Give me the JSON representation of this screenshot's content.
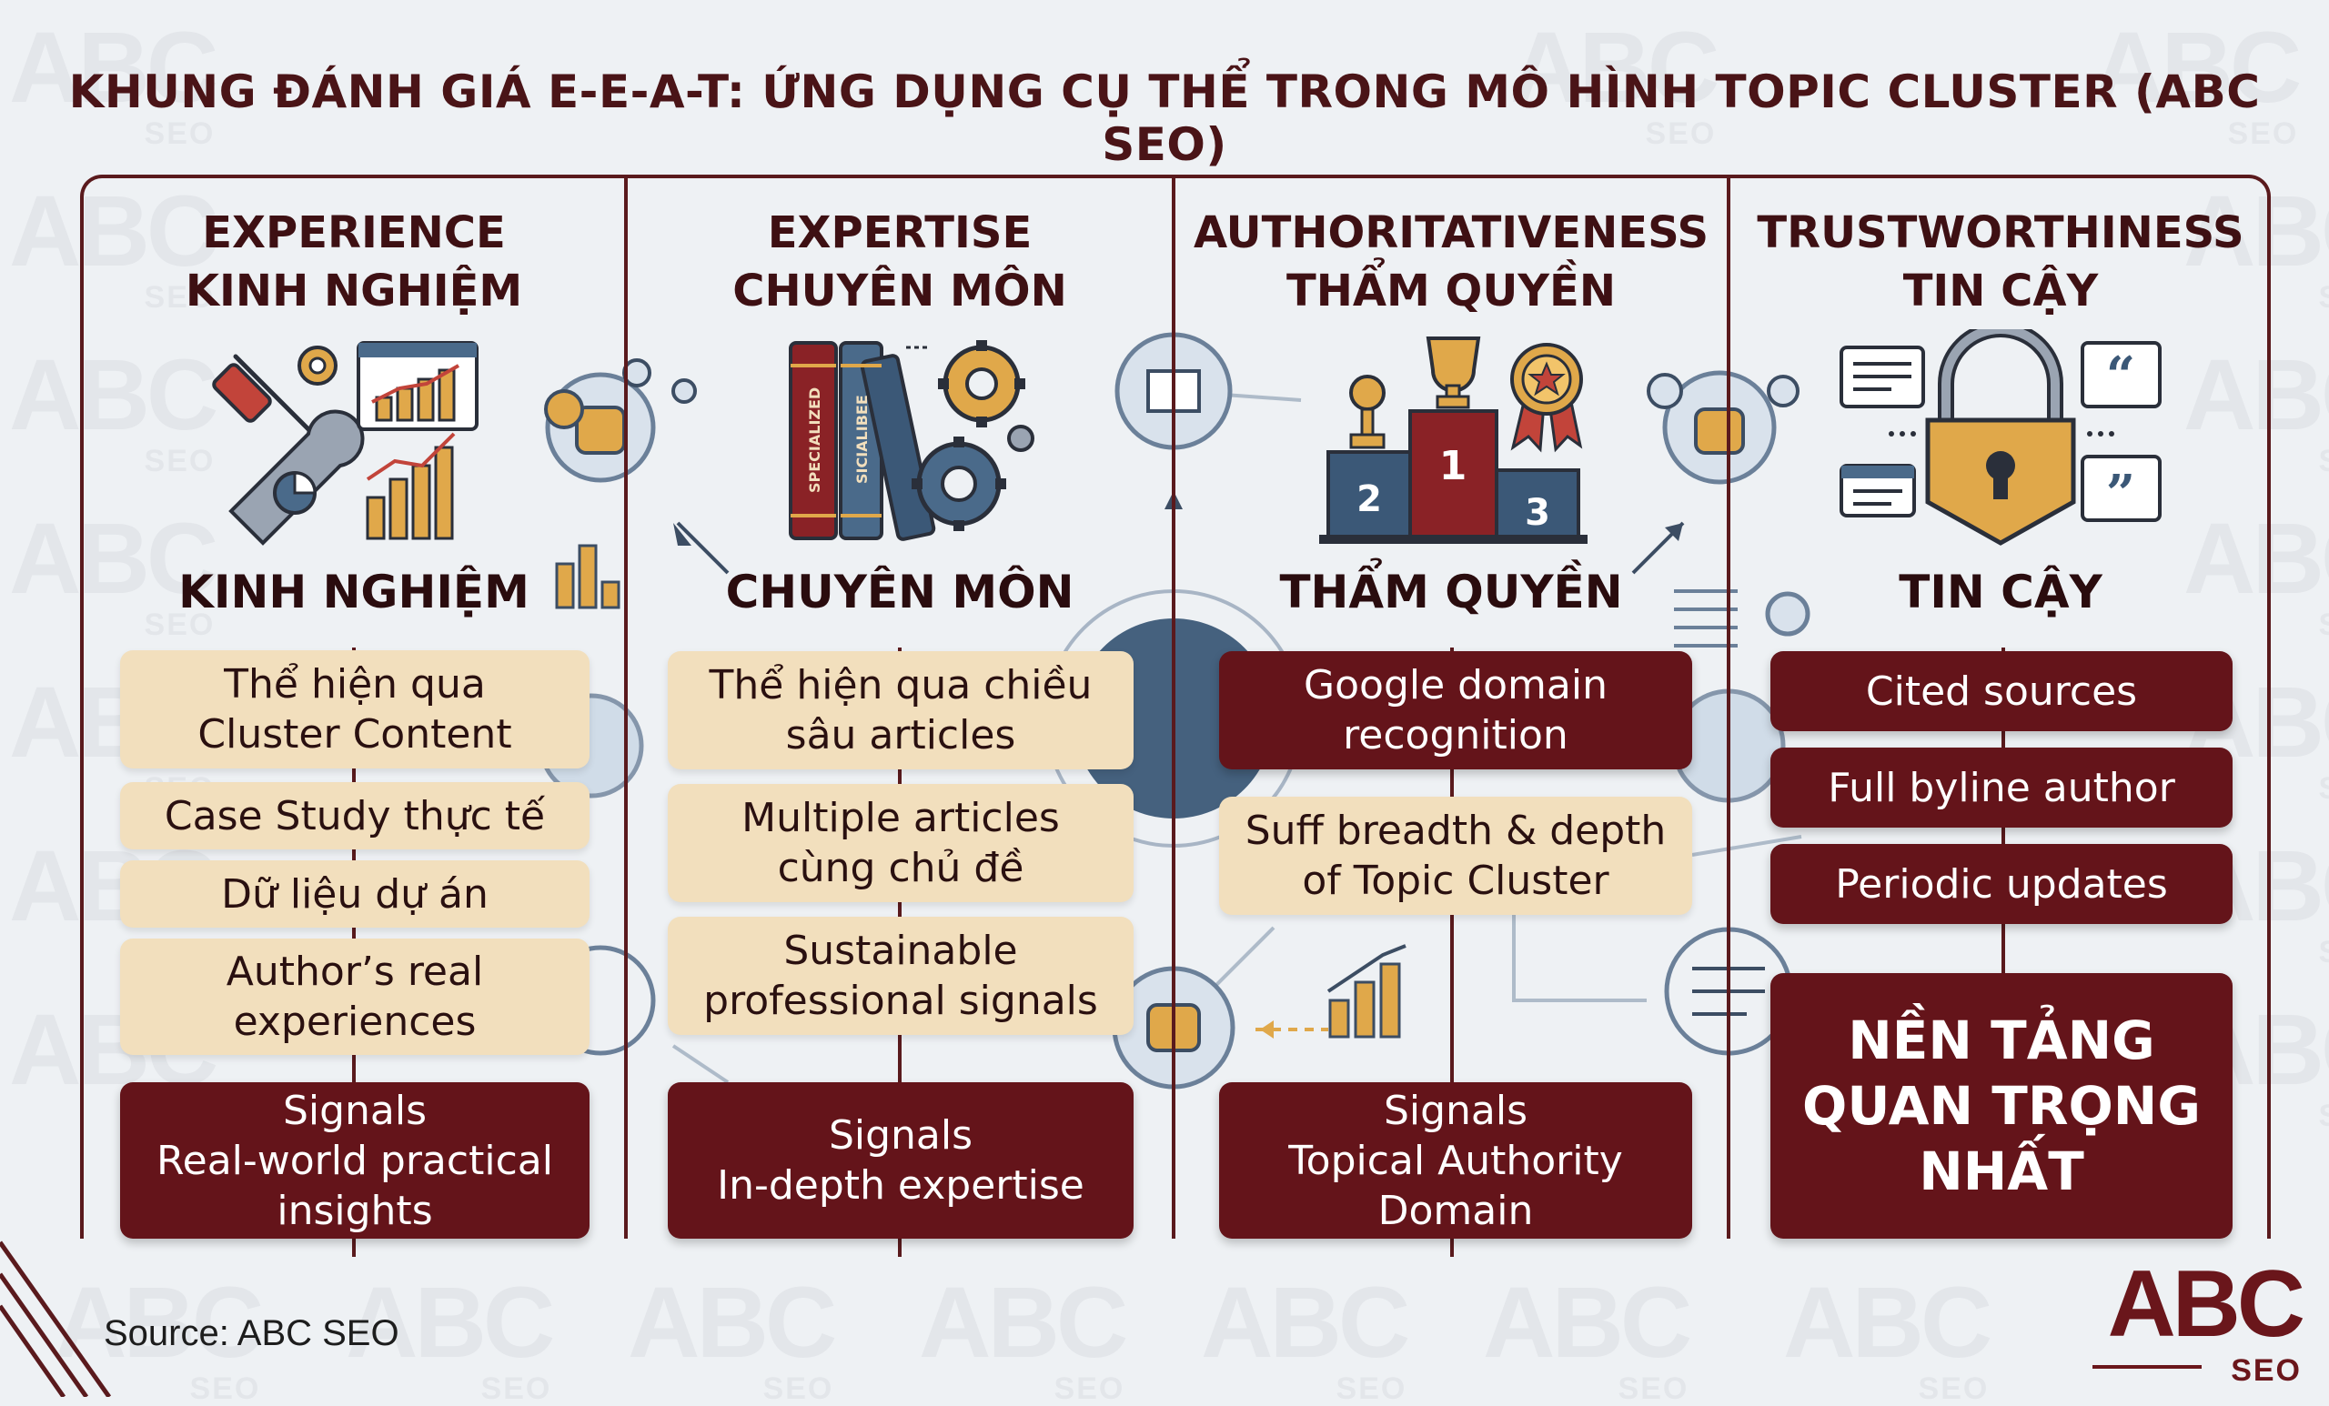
{
  "title": "KHUNG ĐÁNH GIÁ E-E-A-T: ỨNG DỤNG CỤ THỂ TRONG MÔ HÌNH TOPIC CLUSTER (ABC SEO)",
  "columns": [
    {
      "head_en": "EXPERIENCE",
      "head_vi": "KINH NGHIỆM",
      "sub": "KINH NGHIỆM",
      "icon": "tools-and-charts-icon",
      "items": [
        "Thể hiện qua\nCluster Content",
        "Case Study thực tế",
        "Dữ liệu dự án",
        "Author’s real\nexperiences"
      ],
      "signal": "Signals\nReal-world practical\ninsights"
    },
    {
      "head_en": "EXPERTISE",
      "head_vi": "CHUYÊN MÔN",
      "sub": "CHUYÊN MÔN",
      "icon": "books-and-gears-icon",
      "book_labels": [
        "SPECIALIZED",
        "SICIALIBEE"
      ],
      "items": [
        "Thể hiện qua chiều\nsâu articles",
        "Multiple articles\ncùng chủ đề",
        "Sustainable\nprofessional signals"
      ],
      "signal": "Signals\nIn-depth expertise"
    },
    {
      "head_en": "AUTHORITATIVENESS",
      "head_vi": "THẨM QUYỀN",
      "sub": "THẨM QUYỀN",
      "icon": "podium-trophy-icon",
      "podium": [
        "2",
        "1",
        "3"
      ],
      "items_dark": [
        "Google domain\nrecognition"
      ],
      "items_light": [
        "Suff breadth & depth\nof Topic Cluster"
      ],
      "signal": "Signals\nTopical Authority\nDomain"
    },
    {
      "head_en": "TRUSTWORTHINESS",
      "head_vi": "TIN CẬY",
      "sub": "TIN CẬY",
      "icon": "padlock-quotes-icon",
      "items": [
        "Cited sources",
        "Full byline author",
        "Periodic updates"
      ],
      "signal": "NỀN TẢNG\nQUAN TRỌNG\nNHẤT"
    }
  ],
  "source": "Source: ABC SEO",
  "logo": {
    "main": "ABC",
    "sub": "SEO"
  },
  "colors": {
    "maroon": "#64141a",
    "cream": "#f2dfbd",
    "background": "#eef1f4",
    "accent_blue": "#4a6a8a",
    "gold": "#e0a84a"
  }
}
